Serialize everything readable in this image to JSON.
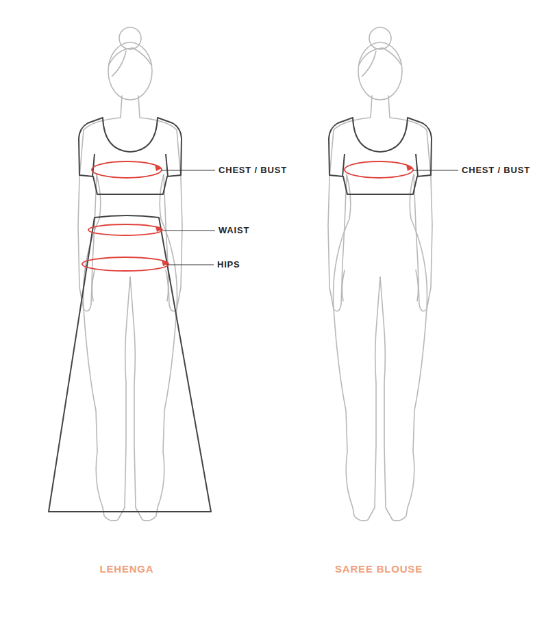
{
  "diagram": {
    "labels": [
      "CHEST / BUST",
      "WAIST",
      "HIPS",
      "LEHENGA",
      "CHEST / BUST",
      "SAREE BLOUSE"
    ]
  }
}
